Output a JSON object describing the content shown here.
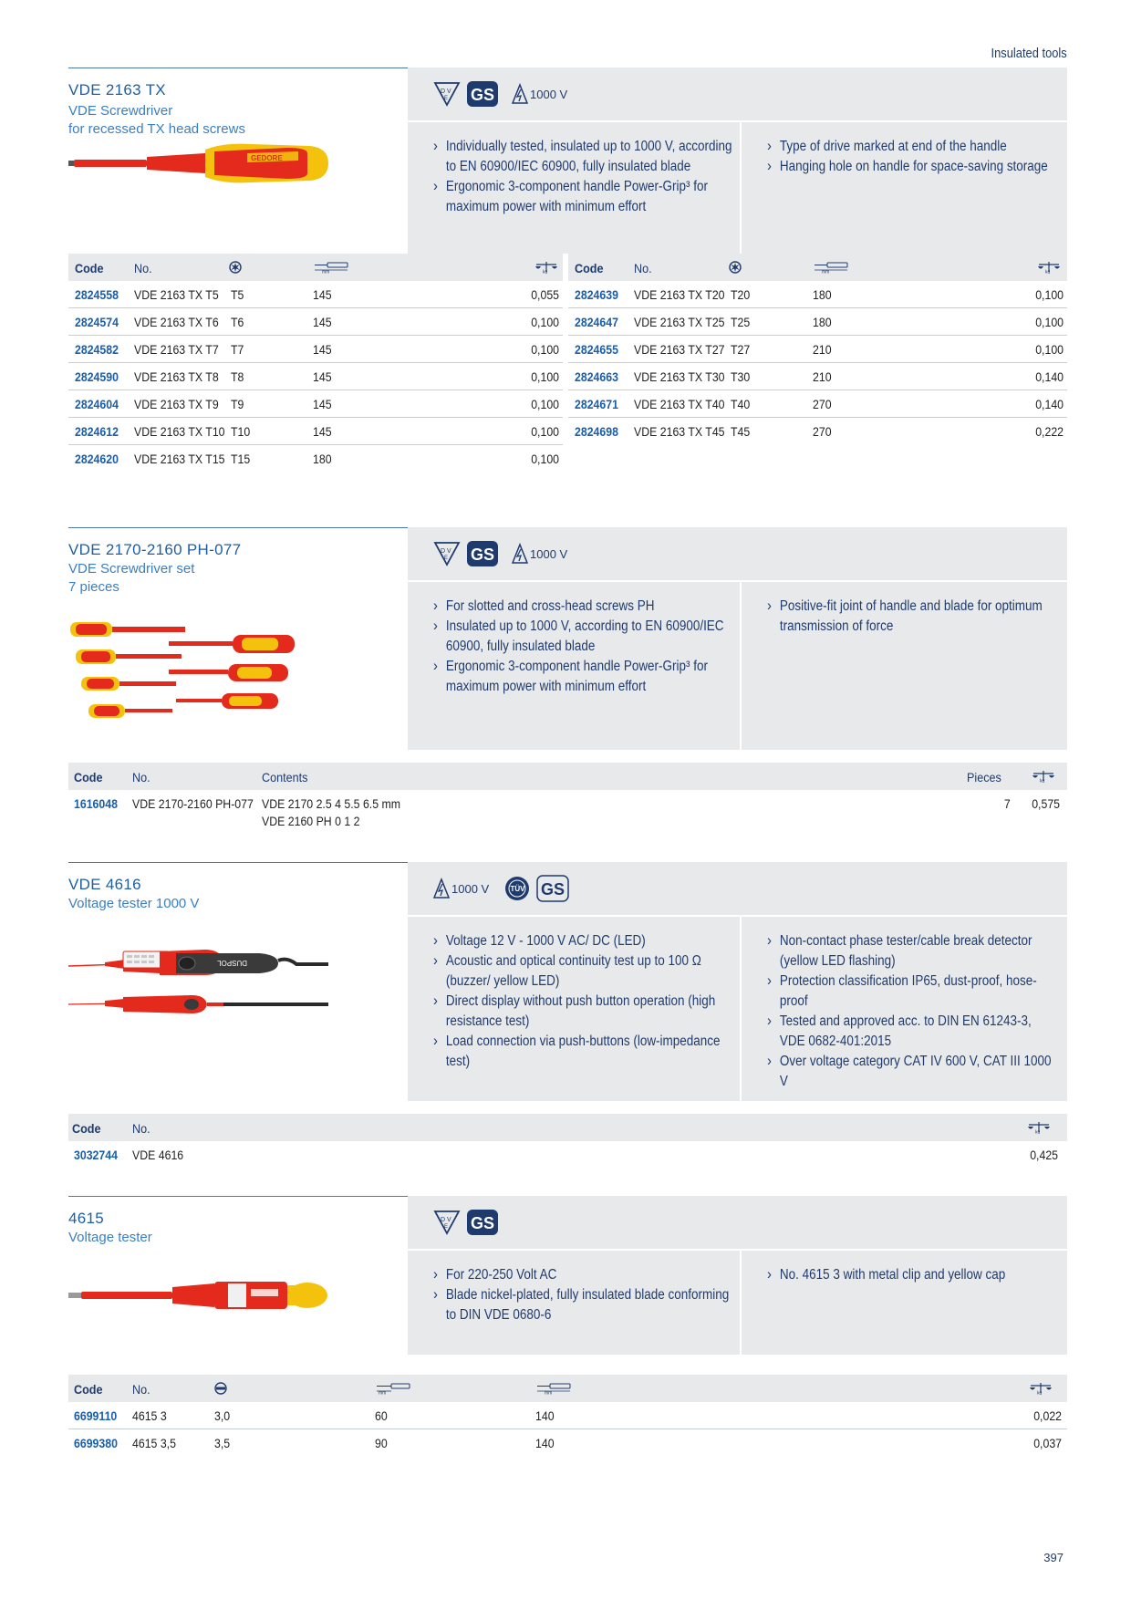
{
  "header": {
    "section_title": "Insulated tools"
  },
  "footer": {
    "page_number": "397"
  },
  "icons": {
    "vde_mark": "vde-dve-mark-icon",
    "gs_mark": "gs-geprufte-sicherheit-icon",
    "voltage_mark": "high-voltage-warning-icon",
    "tuv_mark": "tuv-mark-icon",
    "torx": "torx-drive-icon",
    "length": "length-mm-icon",
    "weight": "weight-kg-icon",
    "slotted": "slotted-drive-icon",
    "blade_length": "blade-length-mm-icon"
  },
  "colors": {
    "accent": "#1e5fa3",
    "panel": "#e8e9ea",
    "code": "#1a5ea8",
    "text": "#1f3b6e"
  },
  "products": [
    {
      "title": "VDE 2163 TX",
      "subtitle": [
        "VDE Screwdriver",
        "for recessed TX head screws"
      ],
      "voltage": "1000 V",
      "features_left": [
        "Individually tested, insulated up to 1000 V, according to EN 60900/IEC 60900, fully insulated blade",
        "Ergonomic 3-component handle Power-Grip³ for maximum power  with minimum effort"
      ],
      "features_right": [
        "Type of drive marked at end of the handle",
        "Hanging hole on handle for space-saving storage"
      ],
      "table_head": {
        "code": "Code",
        "no": "No."
      },
      "rows_left": [
        {
          "code": "2824558",
          "no": "VDE 2163 TX T5",
          "size": "T5",
          "length": "145",
          "weight": "0,055"
        },
        {
          "code": "2824574",
          "no": "VDE 2163 TX T6",
          "size": "T6",
          "length": "145",
          "weight": "0,100"
        },
        {
          "code": "2824582",
          "no": "VDE 2163 TX T7",
          "size": "T7",
          "length": "145",
          "weight": "0,100"
        },
        {
          "code": "2824590",
          "no": "VDE 2163 TX T8",
          "size": "T8",
          "length": "145",
          "weight": "0,100"
        },
        {
          "code": "2824604",
          "no": "VDE 2163 TX T9",
          "size": "T9",
          "length": "145",
          "weight": "0,100"
        },
        {
          "code": "2824612",
          "no": "VDE 2163 TX T10",
          "size": "T10",
          "length": "145",
          "weight": "0,100"
        },
        {
          "code": "2824620",
          "no": "VDE 2163 TX T15",
          "size": "T15",
          "length": "180",
          "weight": "0,100"
        }
      ],
      "rows_right": [
        {
          "code": "2824639",
          "no": "VDE 2163 TX T20",
          "size": "T20",
          "length": "180",
          "weight": "0,100"
        },
        {
          "code": "2824647",
          "no": "VDE 2163 TX T25",
          "size": "T25",
          "length": "180",
          "weight": "0,100"
        },
        {
          "code": "2824655",
          "no": "VDE 2163 TX T27",
          "size": "T27",
          "length": "210",
          "weight": "0,100"
        },
        {
          "code": "2824663",
          "no": "VDE 2163 TX T30",
          "size": "T30",
          "length": "210",
          "weight": "0,140"
        },
        {
          "code": "2824671",
          "no": "VDE 2163 TX T40",
          "size": "T40",
          "length": "270",
          "weight": "0,140"
        },
        {
          "code": "2824698",
          "no": "VDE 2163 TX T45",
          "size": "T45",
          "length": "270",
          "weight": "0,222"
        }
      ]
    },
    {
      "title": "VDE 2170-2160 PH-077",
      "subtitle": [
        "VDE Screwdriver set",
        "7 pieces"
      ],
      "voltage": "1000 V",
      "features_left": [
        "For slotted and cross-head screws PH",
        "Insulated up to 1000 V, according to EN 60900/IEC 60900, fully insulated blade",
        "Ergonomic 3-component handle Power-Grip³ for maximum power  with minimum effort"
      ],
      "features_right": [
        "Positive-fit joint of handle and blade for optimum transmission of force"
      ],
      "table_head": {
        "code": "Code",
        "no": "No.",
        "contents": "Contents",
        "pieces": "Pieces"
      },
      "rows": [
        {
          "code": "1616048",
          "no": "VDE 2170-2160 PH-077",
          "contents": [
            "VDE 2170 2.5  4  5.5  6.5 mm",
            "VDE 2160 PH 0  1  2"
          ],
          "pieces": "7",
          "weight": "0,575"
        }
      ]
    },
    {
      "title": "VDE 4616",
      "subtitle": [
        "Voltage tester 1000 V"
      ],
      "voltage": "1000 V",
      "device_brand": "DUSPOL",
      "features_left": [
        "Voltage 12 V - 1000 V AC/ DC (LED)",
        "Acoustic and optical continuity test up to 100 Ω (buzzer/ yellow LED)",
        "Direct display without push button operation (high resistance test)",
        "Load connection via push-buttons (low-impedance test)"
      ],
      "features_right": [
        "Non-contact phase tester/cable break detector (yellow LED flashing)",
        "Protection classification IP65, dust-proof, hose-proof",
        "Tested and approved acc. to DIN EN 61243-3, VDE 0682-401:2015",
        "Over voltage category CAT IV 600 V, CAT III 1000 V"
      ],
      "table_head": {
        "code": "Code",
        "no": "No."
      },
      "rows": [
        {
          "code": "3032744",
          "no": "VDE 4616",
          "weight": "0,425"
        }
      ]
    },
    {
      "title": "4615",
      "subtitle": [
        "Voltage tester"
      ],
      "features_left": [
        "For 220-250 Volt AC",
        "Blade nickel-plated, fully insulated blade conforming to DIN VDE 0680-6"
      ],
      "features_right": [
        "No. 4615 3 with metal clip and yellow cap"
      ],
      "table_head": {
        "code": "Code",
        "no": "No."
      },
      "rows": [
        {
          "code": "6699110",
          "no": "4615 3",
          "size": "3,0",
          "blade": "60",
          "length": "140",
          "weight": "0,022"
        },
        {
          "code": "6699380",
          "no": "4615 3,5",
          "size": "3,5",
          "blade": "90",
          "length": "140",
          "weight": "0,037"
        }
      ]
    }
  ]
}
